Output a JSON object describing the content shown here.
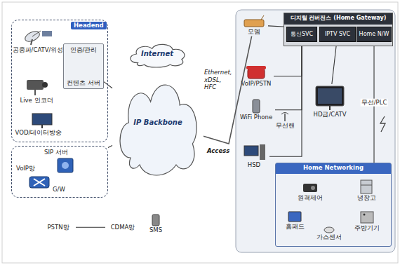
{
  "diagram": {
    "nodes": [
      {
        "text": [
          "Headend"
        ]
      },
      {
        "text": [
          "공중파/CATV/위성"
        ],
        "in": 0
      },
      {
        "text": [
          "Live 인코더"
        ],
        "in": 0
      },
      {
        "text": [
          "VOD/데이터방송"
        ],
        "in": 0
      },
      {
        "text": [
          "인증/관리",
          "컨텐츠 서버"
        ],
        "in": 0
      },
      {
        "text": [
          "SIP 서버",
          "VoIP망",
          "G/W"
        ]
      },
      {
        "text": [
          "Internet"
        ]
      },
      {
        "text": [
          "IP Backbone"
        ]
      },
      {
        "text": [
          "PSTN망"
        ]
      },
      {
        "text": [
          "CDMA망"
        ]
      },
      {
        "text": [
          "SMS"
        ]
      },
      {
        "text": [
          "디지털 컨버전스 (Home Gateway)"
        ]
      },
      {
        "text": [
          "통신SVC"
        ],
        "in": 11
      },
      {
        "text": [
          "IPTV SVC"
        ],
        "in": 11
      },
      {
        "text": [
          "Home N/W"
        ],
        "in": 11
      },
      {
        "text": [
          "모뎀"
        ]
      },
      {
        "text": [
          "VoIP/PSTN"
        ]
      },
      {
        "text": [
          "WiFi Phone"
        ]
      },
      {
        "text": [
          "무선랜"
        ]
      },
      {
        "text": [
          "HSD"
        ]
      },
      {
        "text": [
          "HD급/CATV"
        ]
      },
      {
        "text": [
          "Home Networking"
        ]
      },
      {
        "text": [
          "원격제어"
        ],
        "in": 21
      },
      {
        "text": [
          "냉장고"
        ],
        "in": 21
      },
      {
        "text": [
          "홈패드"
        ],
        "in": 21
      },
      {
        "text": [
          "가스센서"
        ],
        "in": 21
      },
      {
        "text": [
          "주방기기"
        ],
        "in": 21
      }
    ],
    "edges": [
      {
        "from": 4,
        "to": 7,
        "arrow": "none"
      },
      {
        "from": 5,
        "to": 7,
        "arrow": "none"
      },
      {
        "from": 8,
        "to": 9,
        "arrow": "none"
      },
      {
        "from": 7,
        "to": 15,
        "label": "Access",
        "arrow": "none"
      },
      {
        "from": 15,
        "to": 11,
        "arrow": "none"
      },
      {
        "from": 12,
        "to": 16,
        "arrow": "none"
      },
      {
        "from": 12,
        "to": 17,
        "arrow": "none"
      },
      {
        "from": 12,
        "to": 19,
        "arrow": "none"
      },
      {
        "from": 13,
        "to": 20,
        "arrow": "none"
      },
      {
        "from": 14,
        "to": 21,
        "label": "무선/PLC",
        "arrow": "none"
      }
    ],
    "labels": [
      "Ethernet, xDSL, HFC"
    ]
  }
}
